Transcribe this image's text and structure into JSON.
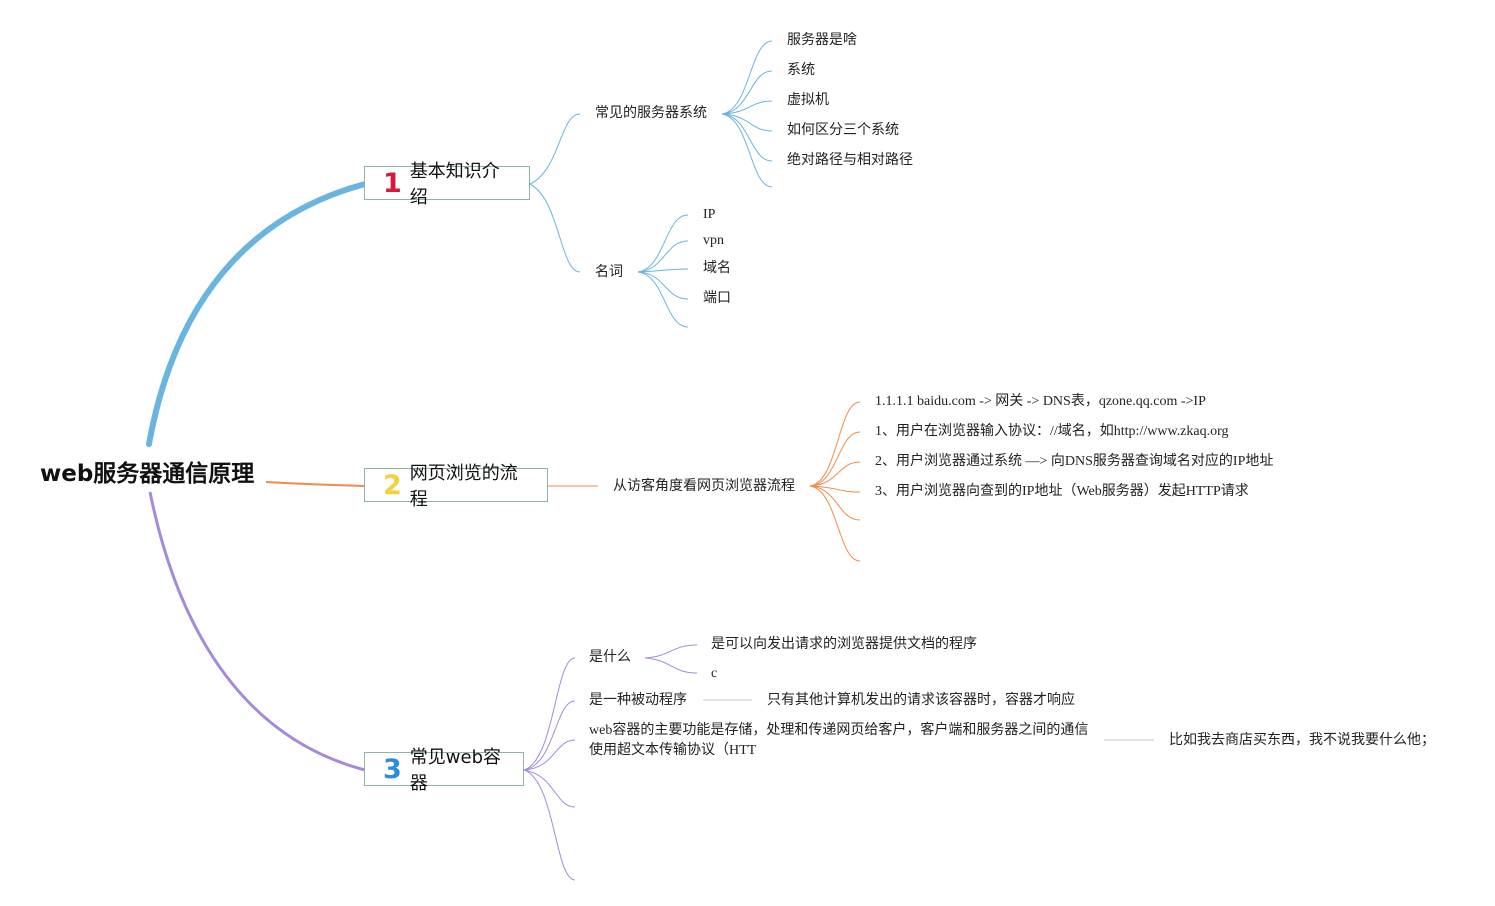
{
  "root": {
    "title": "web服务器通信原理"
  },
  "topics": [
    {
      "number": "1",
      "label": "基本知识介绍",
      "number_color": "#d8193a",
      "branch_color": "#6ab4e0",
      "children": [
        {
          "label": "常见的服务器系统",
          "children": [
            "服务器是啥",
            "系统",
            "虚拟机",
            "如何区分三个系统",
            "绝对路径与相对路径",
            ""
          ]
        },
        {
          "label": "名词",
          "children": [
            "IP",
            "vpn",
            "域名",
            "端口",
            ""
          ]
        }
      ]
    },
    {
      "number": "2",
      "label": "网页浏览的流程",
      "number_color": "#f2d23c",
      "branch_color": "#f08a4b",
      "children": [
        {
          "label": "从访客角度看网页浏览器流程",
          "children": [
            "1.1.1.1 baidu.com -> 网关 -> DNS表，qzone.qq.com ->IP",
            "1、用户在浏览器输入协议：//域名，如http://www.zkaq.org",
            "2、用户浏览器通过系统 —> 向DNS服务器查询域名对应的IP地址",
            "3、用户浏览器向查到的IP地址（Web服务器）发起HTTP请求",
            "",
            ""
          ]
        }
      ]
    },
    {
      "number": "3",
      "label": "常见web容器",
      "number_color": "#2b8fd8",
      "branch_color": "#a58ad9",
      "children": [
        {
          "label": "是什么",
          "children": [
            "是可以向发出请求的浏览器提供文档的程序",
            "c"
          ]
        },
        {
          "label": "是一种被动程序",
          "children": [
            "只有其他计算机发出的请求该容器时，容器才响应"
          ]
        },
        {
          "label": "web容器的主要功能是存储，处理和传递网页给客户，客户端和服务器之间的通信使用超文本传输协议（HTT",
          "children": [
            "比如我去商店买东西，我不说我要什么他；"
          ]
        },
        {
          "label": "",
          "children": []
        },
        {
          "label": "",
          "children": []
        }
      ]
    }
  ]
}
